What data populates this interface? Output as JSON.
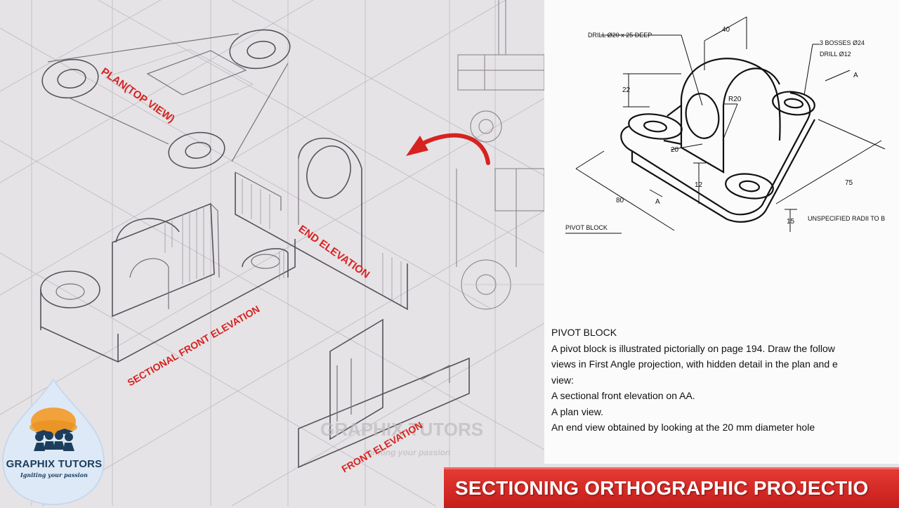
{
  "sketch": {
    "labels": {
      "plan": "PLAN(TOP VIEW)",
      "end_elevation": "END ELEVATION",
      "sectional_front_elevation": "SECTIONAL FRONT ELEVATION",
      "front_elevation": "FRONT ELEVATION"
    },
    "watermark": {
      "name": "GRAPHIX TUTORS",
      "tagline": "Igniting your passion"
    },
    "label_color": "#d6231f"
  },
  "reference": {
    "drawing_title": "PIVOT BLOCK",
    "callouts": {
      "drill": "DRILL Ø20 x 25 DEEP",
      "bosses": "3 BOSSES Ø24",
      "bosses_drill": "DRILL Ø12",
      "unspecified_radii": "UNSPECIFIED RADII TO B"
    },
    "dimensions": {
      "d40": "40",
      "d22": "22",
      "r20": "R20",
      "d20": "20",
      "d12": "12",
      "d80": "80",
      "d75": "75",
      "d15": "15",
      "section_a": "A"
    }
  },
  "problem": {
    "title": "PIVOT BLOCK",
    "lines": [
      "A pivot block is illustrated pictorially on page 194. Draw the follow",
      "views in First Angle projection, with hidden detail in the plan and e",
      "view:",
      "A sectional front elevation on AA.",
      "A plan view.",
      "An end view obtained by looking at the 20 mm diameter hole"
    ]
  },
  "banner": {
    "text": "SECTIONING ORTHOGRAPHIC PROJECTIO",
    "color": "#d32522"
  },
  "logo": {
    "name": "GRAPHIX TUTORS",
    "tagline": "Igniting your passion",
    "colors": {
      "drop": "#dde9f6",
      "orange": "#f2a23a",
      "navy": "#1d3d5c"
    }
  }
}
